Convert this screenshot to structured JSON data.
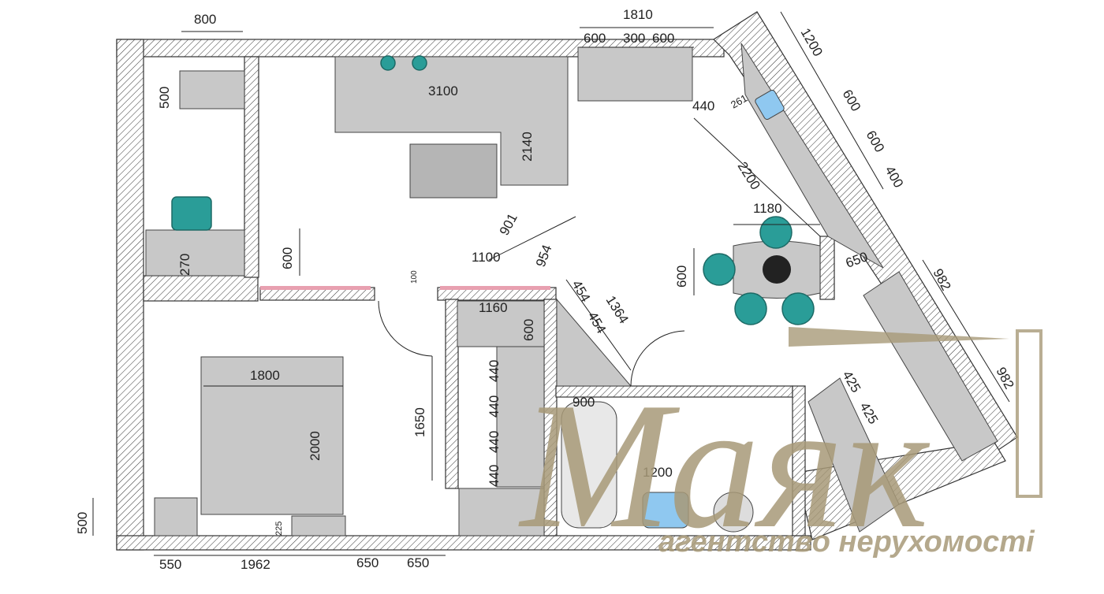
{
  "plan": {
    "dimensions": {
      "top_left_800": "800",
      "wardrobe_500": "500",
      "sofa_3100": "3100",
      "sofa_2140": "2140",
      "top_1810": "1810",
      "top_600a": "600",
      "top_300": "300",
      "top_600b": "600",
      "diag_1200": "1200",
      "diag_600a": "600",
      "diag_600b": "600",
      "diag_400": "400",
      "d440": "440",
      "d261": "261",
      "d2200": "2200",
      "table_1180": "1180",
      "table_600": "600",
      "d650": "650",
      "d982a": "982",
      "d982b": "982",
      "d901": "901",
      "d954": "954",
      "d1100": "1100",
      "d100": "100",
      "left_600": "600",
      "left_270": "270",
      "d1160": "1160",
      "closet_600": "600",
      "d454a": "454",
      "d454b": "454",
      "d1364": "1364",
      "s440a": "440",
      "s440b": "440",
      "s440c": "440",
      "s440d": "440",
      "bath_900": "900",
      "bath_1200": "1200",
      "bed_1800": "1800",
      "bed_2000": "2000",
      "d1650": "1650",
      "bottom_500": "500",
      "bottom_550": "550",
      "bottom_1962": "1962",
      "bottom_650a": "650",
      "bottom_650b": "650",
      "d225": "225",
      "d425a": "425",
      "d425b": "425"
    },
    "colors": {
      "wall_hatch": "#333333",
      "furniture": "#c8c8c8",
      "chairs": "#2a9d98",
      "partition": "#e8a0b0",
      "sink": "#8fc8f0",
      "logo": "#a89a78"
    }
  },
  "watermark": {
    "brand": "Маяк",
    "tagline": "агентство нерухомості"
  }
}
